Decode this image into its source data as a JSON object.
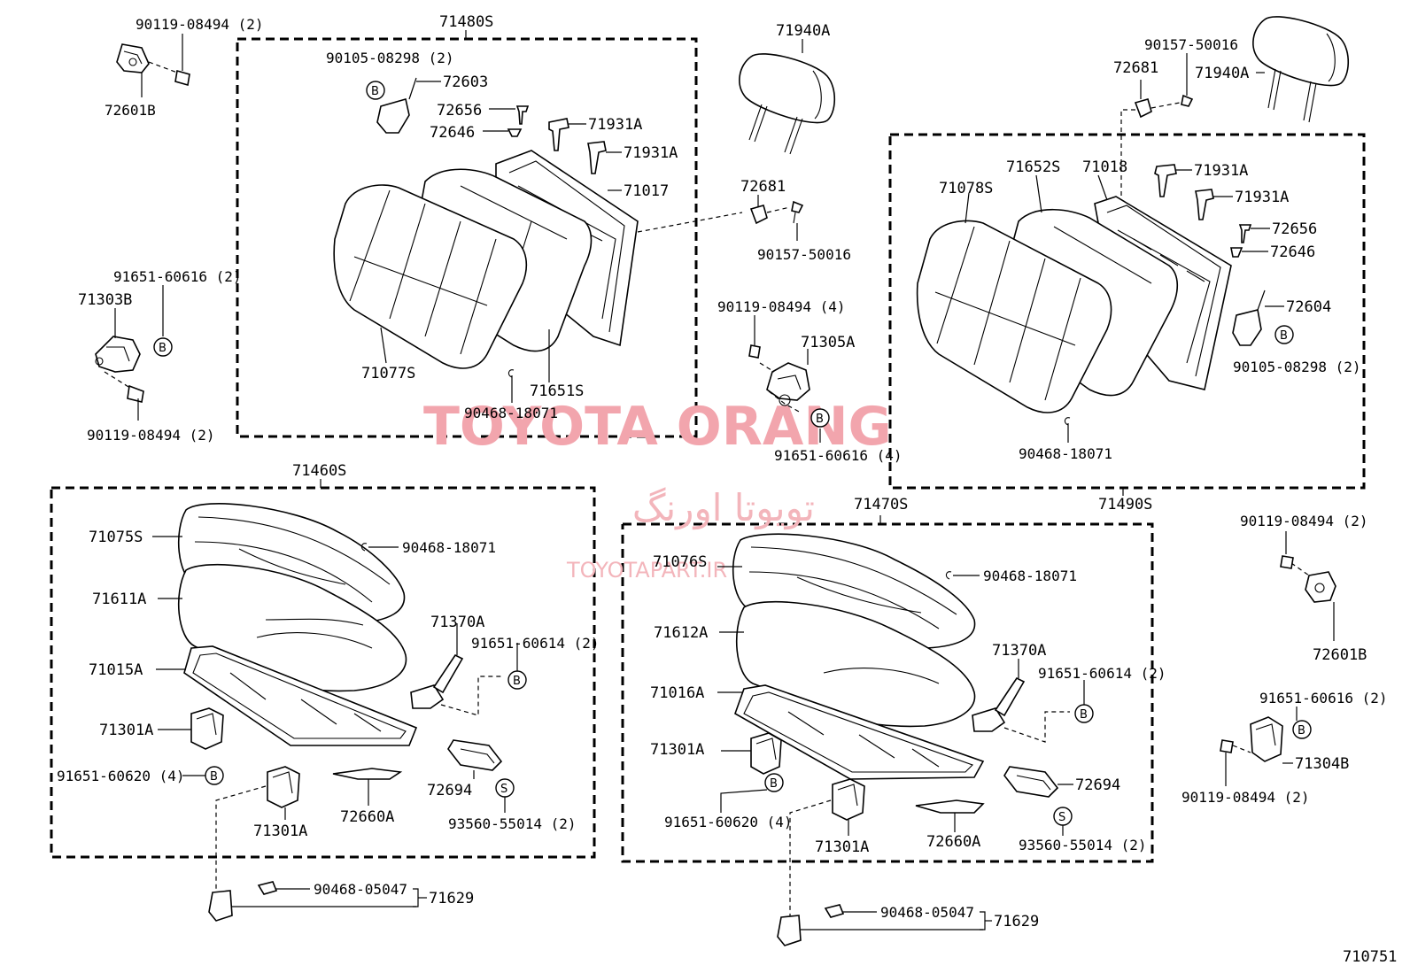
{
  "watermark": {
    "main": "TOYOTA ORANG",
    "persian": "تویوتا اورنگ",
    "site": "TOYOTAPART.IR"
  },
  "diagram_code": "710751",
  "callout_letters": {
    "b": "B",
    "s": "S"
  },
  "assemblies": {
    "upper_left": "71480S",
    "upper_right": "71490S",
    "lower_left": "71460S",
    "lower_right": "71470S"
  },
  "labels": {
    "p_90119_tl": "90119-08494 (2)",
    "p_72601b_tl": "72601B",
    "p_91651_616_l": "91651-60616 (2)",
    "p_71303b": "71303B",
    "p_90119_l": "90119-08494 (2)",
    "p_90105_l": "90105-08298 (2)",
    "p_72603": "72603",
    "p_72656_l": "72656",
    "p_72646_l": "72646",
    "p_71931a_l1": "71931A",
    "p_71931a_l2": "71931A",
    "p_71017": "71017",
    "p_71077s": "71077S",
    "p_71651s": "71651S",
    "p_90468_ul": "90468-18071",
    "p_71940a_l": "71940A",
    "p_72681_m": "72681",
    "p_90157_m": "90157-50016",
    "p_90119_m": "90119-08494 (4)",
    "p_71305a": "71305A",
    "p_91651_616_m": "91651-60616 (4)",
    "p_90157_r": "90157-50016",
    "p_72681_r": "72681",
    "p_71940a_r": "71940A",
    "p_71078s": "71078S",
    "p_71652s": "71652S",
    "p_71018": "71018",
    "p_71931a_r1": "71931A",
    "p_71931a_r2": "71931A",
    "p_72656_r": "72656",
    "p_72646_r": "72646",
    "p_72604": "72604",
    "p_90105_r": "90105-08298 (2)",
    "p_90468_ur": "90468-18071",
    "p_71075s": "71075S",
    "p_71611a": "71611A",
    "p_71015a": "71015A",
    "p_71301a_l1": "71301A",
    "p_91651_620_l": "91651-60620 (4)",
    "p_71301a_l2": "71301A",
    "p_72660a_l": "72660A",
    "p_72694_l": "72694",
    "p_93560_l": "93560-55014 (2)",
    "p_90468_ll": "90468-18071",
    "p_71370a_l": "71370A",
    "p_91651_614_l": "91651-60614 (2)",
    "p_90468_05047_l": "90468-05047",
    "p_71629_l": "71629",
    "p_71076s": "71076S",
    "p_71612a": "71612A",
    "p_71016a": "71016A",
    "p_71301a_r1": "71301A",
    "p_91651_620_r": "91651-60620 (4)",
    "p_71301a_r2": "71301A",
    "p_72660a_r": "72660A",
    "p_72694_r": "72694",
    "p_93560_r": "93560-55014 (2)",
    "p_90468_lr": "90468-18071",
    "p_71370a_r": "71370A",
    "p_91651_614_r": "91651-60614 (2)",
    "p_90468_05047_r": "90468-05047",
    "p_71629_r": "71629",
    "p_90119_r1": "90119-08494 (2)",
    "p_72601b_r": "72601B",
    "p_91651_616_r": "91651-60616 (2)",
    "p_71304b": "71304B",
    "p_90119_r2": "90119-08494 (2)"
  }
}
